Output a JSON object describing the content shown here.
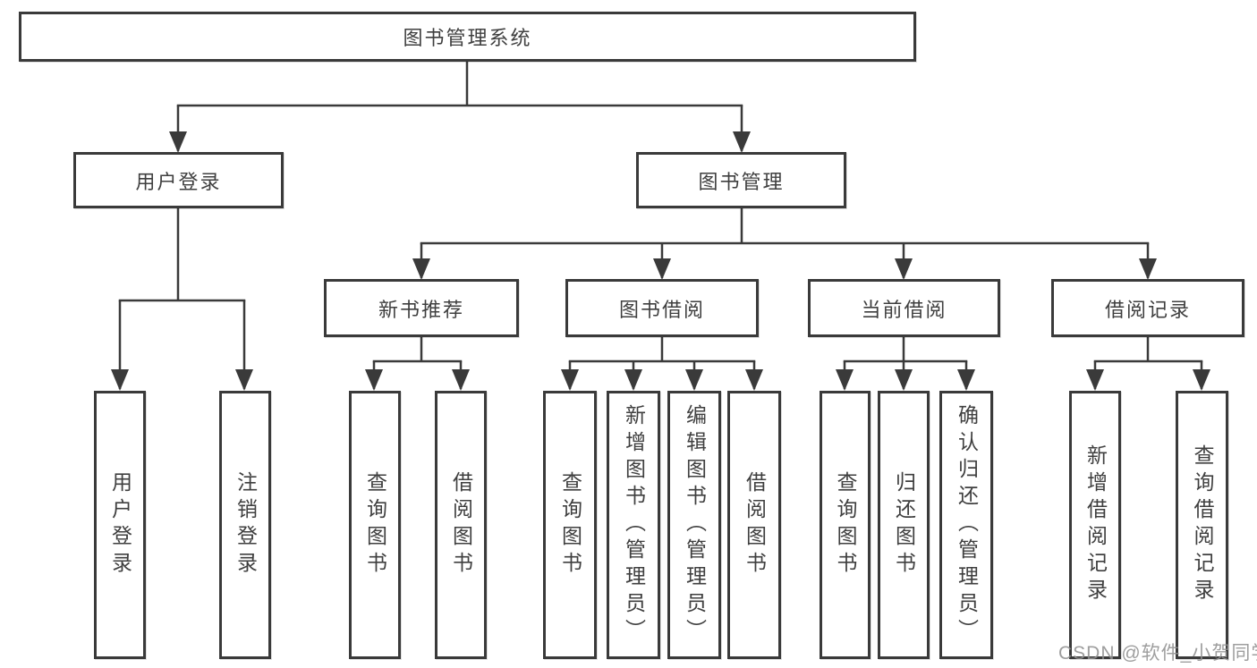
{
  "diagram": {
    "type": "hierarchy-diagram",
    "language": "zh-CN",
    "colors": {
      "background": "#ffffff",
      "line": "#3a3a3a",
      "box_border": "#3a3a3a",
      "text": "#3f3f3f",
      "watermark": "#919191"
    }
  },
  "tree": {
    "label": "图书管理系统",
    "children": [
      {
        "label": "用户登录",
        "children": [
          {
            "label": "用户登录"
          },
          {
            "label": "注销登录"
          }
        ]
      },
      {
        "label": "图书管理",
        "children": [
          {
            "label": "新书推荐",
            "children": [
              {
                "label": "查询图书"
              },
              {
                "label": "借阅图书"
              }
            ]
          },
          {
            "label": "图书借阅",
            "children": [
              {
                "label": "查询图书"
              },
              {
                "label": "新增图书（管理员）"
              },
              {
                "label": "编辑图书（管理员）"
              },
              {
                "label": "借阅图书"
              }
            ]
          },
          {
            "label": "当前借阅",
            "children": [
              {
                "label": "查询图书"
              },
              {
                "label": "归还图书"
              },
              {
                "label": "确认归还（管理员）"
              }
            ]
          },
          {
            "label": "借阅记录",
            "children": [
              {
                "label": "新增借阅记录"
              },
              {
                "label": "查询借阅记录"
              }
            ]
          }
        ]
      }
    ]
  },
  "watermark": {
    "text": "CSDN @软件_小贺同学"
  }
}
